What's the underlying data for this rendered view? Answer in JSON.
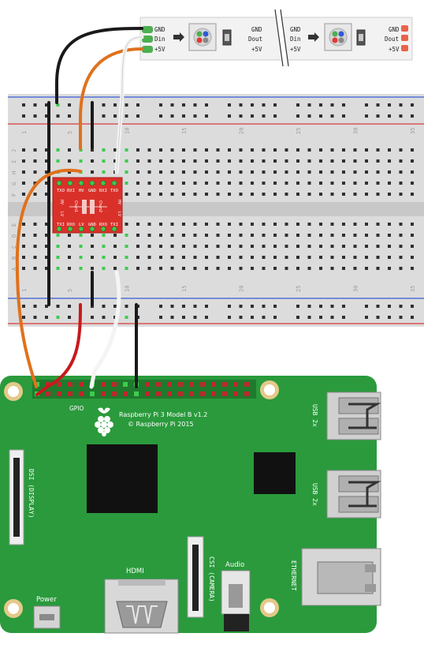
{
  "led_strip": {
    "pixels": [
      {
        "in_labels": [
          "GND",
          "Din",
          "+5V"
        ],
        "out_labels": [
          "GND",
          "Dout",
          "+5V"
        ]
      },
      {
        "in_labels": [
          "GND",
          "Din",
          "+5V"
        ],
        "out_labels": [
          "GND",
          "Dout",
          "+5V"
        ]
      }
    ]
  },
  "breadboard": {
    "column_numbers": [
      "1",
      "5",
      "10",
      "15",
      "20",
      "25",
      "30",
      "35"
    ],
    "row_letters_top": [
      "J",
      "I",
      "H",
      "G",
      "F"
    ],
    "row_letters_bottom": [
      "E",
      "D",
      "C",
      "B",
      "A"
    ]
  },
  "level_shifter": {
    "top_pins": [
      "TXO",
      "RXI",
      "HV",
      "GND",
      "RXI",
      "TXO"
    ],
    "bottom_pins": [
      "TXI",
      "RXO",
      "LV",
      "GND",
      "RXO",
      "TXI"
    ],
    "mid_left": [
      "HV",
      "LV"
    ],
    "mid_right": [
      "HV",
      "LV"
    ],
    "channel_labels": [
      "Chan1",
      "Chan2"
    ]
  },
  "raspberry_pi": {
    "model": "Raspberry Pi 3 Model B v1.2",
    "copyright": "© Raspberry Pi 2015",
    "gpio_label": "GPIO",
    "dsi_label": "DSI (DISPLAY)",
    "csi_label": "CSI (CAMERA)",
    "hdmi_label": "HDMI",
    "audio_label": "Audio",
    "power_label": "Power",
    "usb_labels": [
      "USB 2x",
      "USB 2x"
    ],
    "ethernet_label": "ETHERNET"
  },
  "colors": {
    "pcb": "#2a9a3c",
    "breadboard": "#dcdcdc",
    "shifter": "#d9312a",
    "wire_black": "#1a1a1a",
    "wire_orange": "#e0711d",
    "wire_white": "#f4f4f4",
    "wire_red": "#c8191b"
  }
}
